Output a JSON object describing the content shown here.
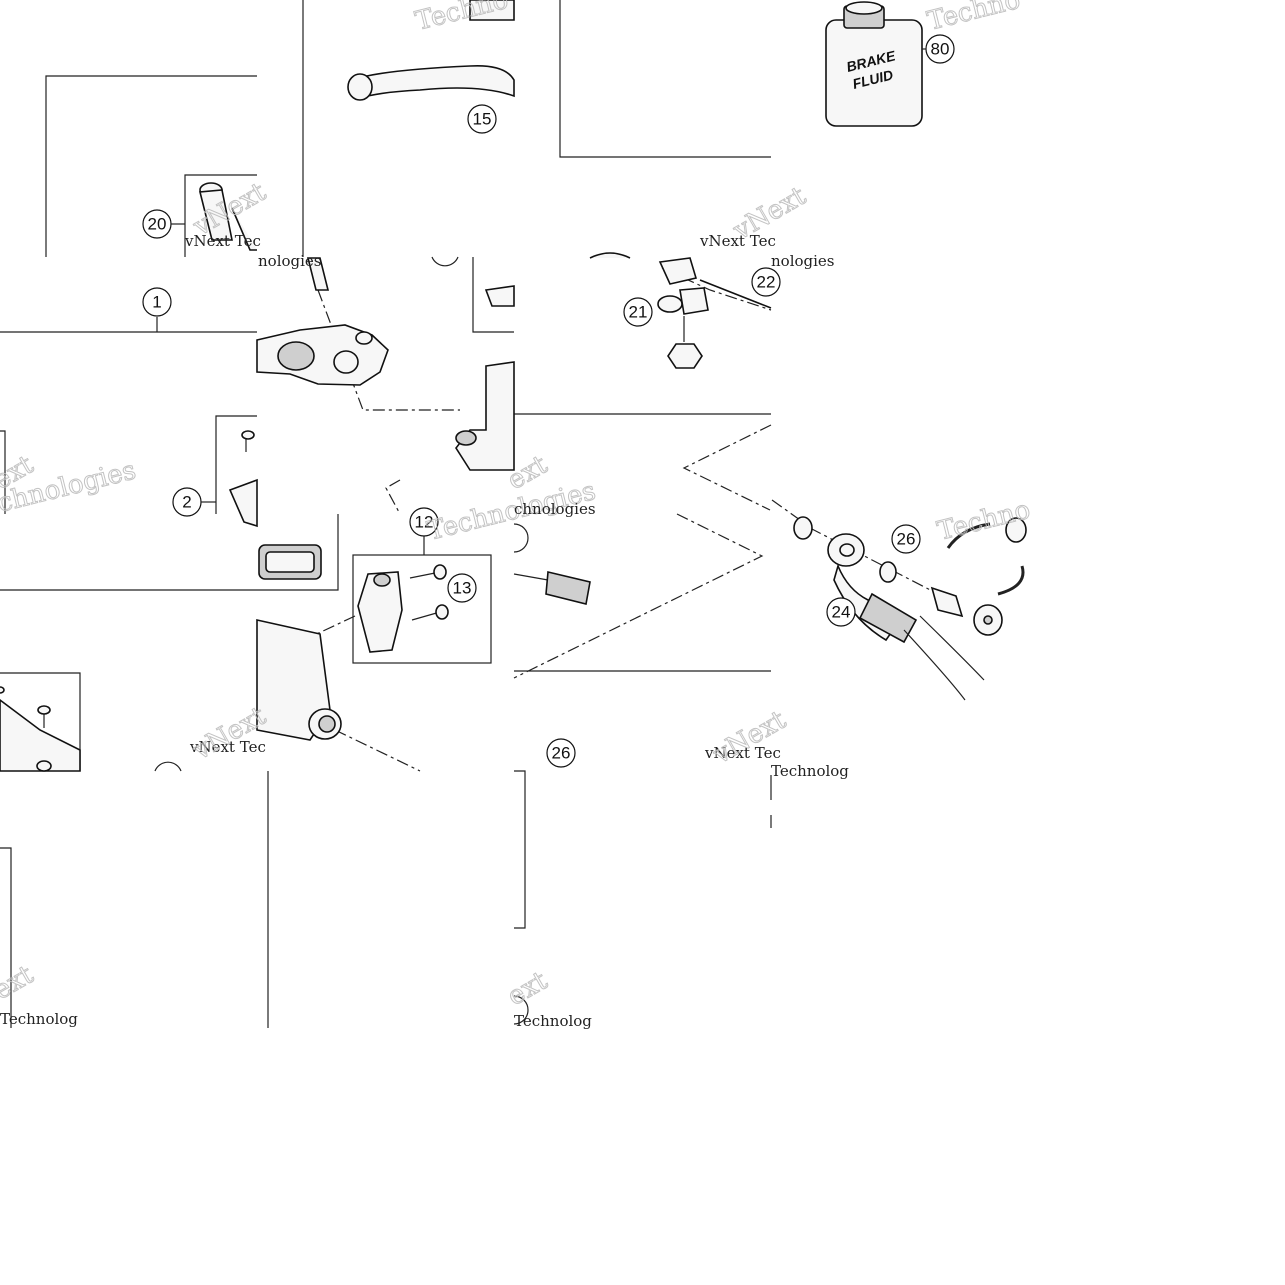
{
  "callouts": {
    "c1": "1",
    "c2": "2",
    "c12": "12",
    "c13": "13",
    "c15": "15",
    "c20": "20",
    "c21": "21",
    "c22": "22",
    "c24": "24",
    "c26a": "26",
    "c26b": "26",
    "c80": "80"
  },
  "fluid_label": {
    "line1": "BRAKE",
    "line2": "FLUID"
  },
  "watermarks": {
    "brand": "vNext",
    "tech": "Technologies",
    "tech_partial": "Techno",
    "tech_cut": "Technolog",
    "vnext_tec": "vNext Tec",
    "nologies": "nologies",
    "chnologies": "chnologies",
    "ext": "ext"
  }
}
